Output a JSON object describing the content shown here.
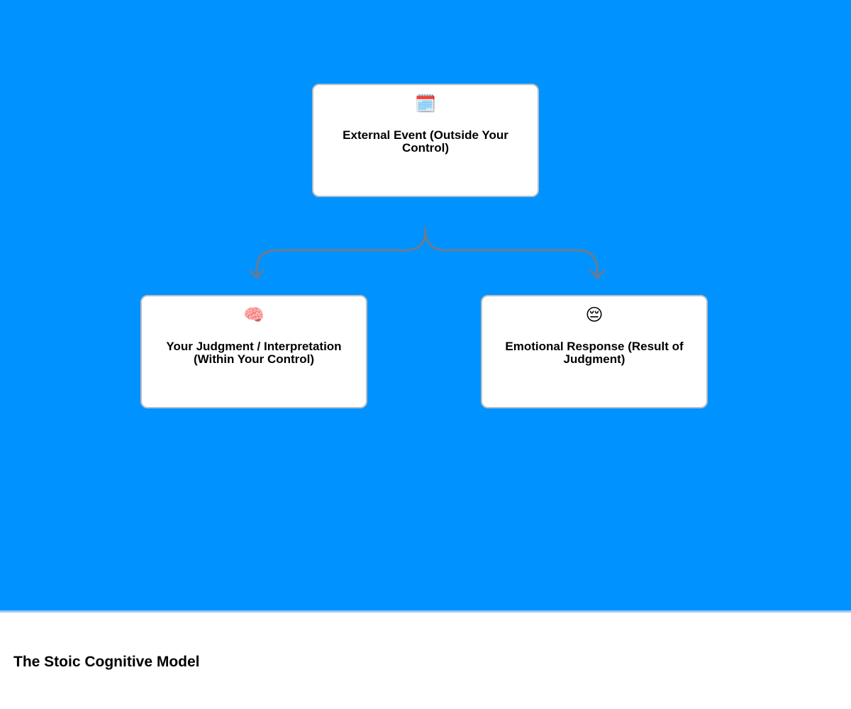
{
  "diagram": {
    "title": "The Stoic Cognitive Model",
    "background_color": "#0093ff",
    "connector_color": "#6e7a8c",
    "nodes": [
      {
        "id": "event",
        "icon": "calendar-icon",
        "icon_glyph": "🗓️",
        "label": "External Event (Outside Your Control)"
      },
      {
        "id": "judgment",
        "icon": "brain-icon",
        "icon_glyph": "🧠",
        "label": "Your Judgment / Interpretation (Within Your Control)"
      },
      {
        "id": "emotion",
        "icon": "pensive-face-icon",
        "icon_glyph": "😔",
        "label": "Emotional Response (Result of Judgment)"
      }
    ],
    "edges": [
      {
        "from": "event",
        "to": "judgment"
      },
      {
        "from": "event",
        "to": "emotion"
      }
    ]
  }
}
